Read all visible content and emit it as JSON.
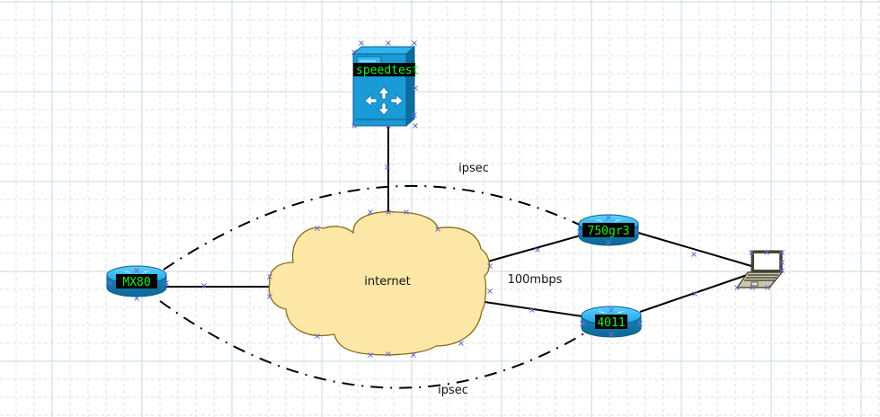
{
  "diagram": {
    "type": "network-topology",
    "colors": {
      "grid_minor": "#d5e3e3",
      "grid_major": "#d0e0e0",
      "device_blue": "#1a9ad6",
      "device_blue_dark": "#0b6e9e",
      "cloud_fill": "#fde7a6",
      "cloud_stroke": "#8a6a1a",
      "label_bg": "#000000",
      "label_text": "#22ee22",
      "link": "#000000",
      "connection_point": "#6b6bd6"
    },
    "nodes": [
      {
        "id": "speedtest",
        "label": "speedtest",
        "kind": "switch"
      },
      {
        "id": "mx80",
        "label": "MX80",
        "kind": "router"
      },
      {
        "id": "750gr3",
        "label": "750gr3",
        "kind": "router"
      },
      {
        "id": "4011",
        "label": "4011",
        "kind": "router"
      },
      {
        "id": "internet",
        "label": "internet",
        "kind": "cloud"
      },
      {
        "id": "laptop",
        "label": "",
        "kind": "laptop"
      }
    ],
    "links": [
      {
        "from": "speedtest",
        "to": "internet",
        "style": "solid",
        "label": ""
      },
      {
        "from": "mx80",
        "to": "internet",
        "style": "solid",
        "label": ""
      },
      {
        "from": "internet",
        "to": "750gr3",
        "style": "solid",
        "label": ""
      },
      {
        "from": "internet",
        "to": "4011",
        "style": "solid",
        "label": ""
      },
      {
        "from": "750gr3",
        "to": "laptop",
        "style": "solid",
        "label": ""
      },
      {
        "from": "4011",
        "to": "laptop",
        "style": "solid",
        "label": ""
      },
      {
        "from": "mx80",
        "to": "750gr3",
        "style": "dash-dot",
        "label": "ipsec"
      },
      {
        "from": "mx80",
        "to": "4011",
        "style": "dash-dot",
        "label": "ipsec"
      }
    ],
    "annotations": {
      "bandwidth": "100mbps",
      "ipsec_top": "ipsec",
      "ipsec_bottom": "ipsec"
    }
  }
}
